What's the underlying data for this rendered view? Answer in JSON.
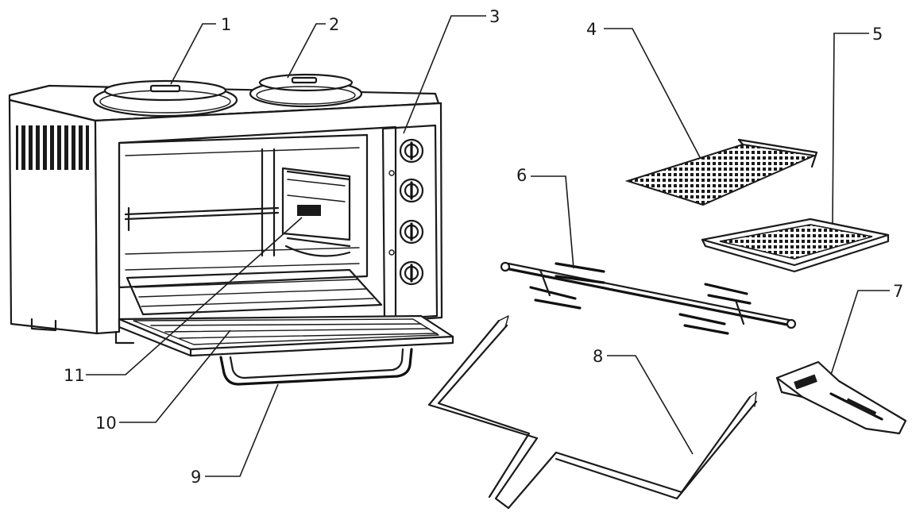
{
  "diagram": {
    "callouts": [
      {
        "id": "1",
        "label": "1"
      },
      {
        "id": "2",
        "label": "2"
      },
      {
        "id": "3",
        "label": "3"
      },
      {
        "id": "4",
        "label": "4"
      },
      {
        "id": "5",
        "label": "5"
      },
      {
        "id": "6",
        "label": "6"
      },
      {
        "id": "7",
        "label": "7"
      },
      {
        "id": "8",
        "label": "8"
      },
      {
        "id": "9",
        "label": "9"
      },
      {
        "id": "10",
        "label": "10"
      },
      {
        "id": "11",
        "label": "11"
      }
    ],
    "colors": {
      "ink": "#1a1a1a",
      "background": "#ffffff"
    }
  }
}
